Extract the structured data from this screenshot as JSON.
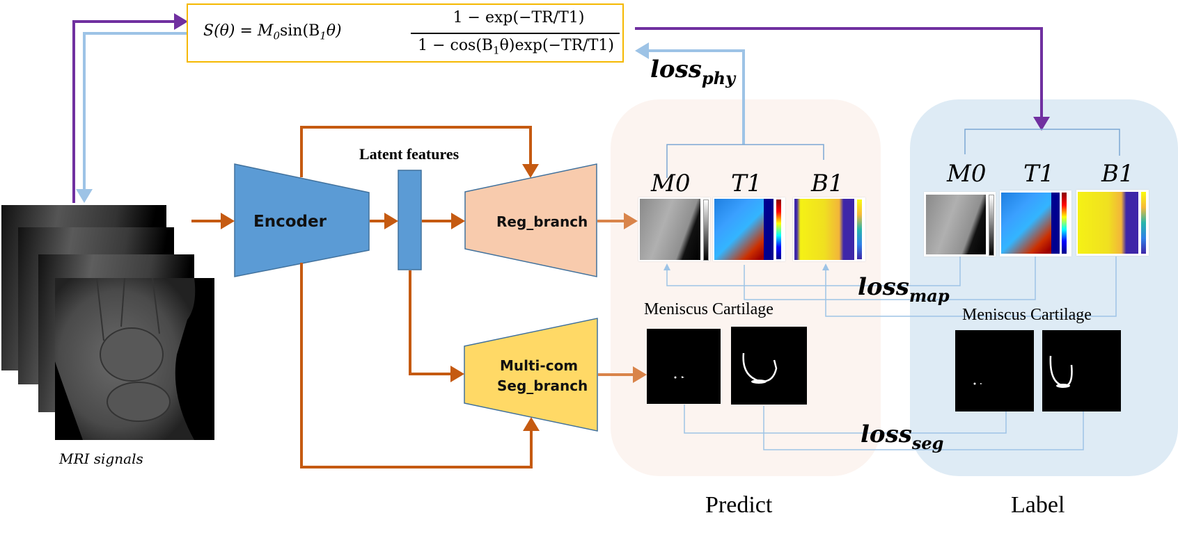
{
  "formula": {
    "lhs": "S(θ) = M",
    "m_sub": "0",
    "sin_part": "sin(B",
    "b_sub": "1",
    "sin_tail": "θ)",
    "numerator": "1 − exp(−TR/T1)",
    "denominator_a": "1 − cos(B",
    "denominator_sub": "1",
    "denominator_b": "θ)exp(−TR/T1)"
  },
  "input": {
    "caption": "MRI signals",
    "slices": 4
  },
  "network": {
    "encoder_label": "Encoder",
    "latent_label": "Latent features",
    "reg_branch_label": "Reg_branch",
    "seg_branch_line1": "Multi-com",
    "seg_branch_line2": "Seg_branch"
  },
  "predict": {
    "title": "Predict",
    "maps": [
      {
        "label": "M0",
        "type": "grayscale"
      },
      {
        "label": "T1",
        "type": "jet"
      },
      {
        "label": "B1",
        "type": "parula"
      }
    ],
    "seg_title": "Meniscus Cartilage"
  },
  "label": {
    "title": "Label",
    "maps": [
      {
        "label": "M0",
        "type": "grayscale"
      },
      {
        "label": "T1",
        "type": "jet"
      },
      {
        "label": "B1",
        "type": "parula"
      }
    ],
    "seg_title": "Meniscus Cartilage"
  },
  "losses": {
    "phy": {
      "base": "loss",
      "sub": "phy"
    },
    "map": {
      "base": "loss",
      "sub": "map"
    },
    "seg": {
      "base": "loss",
      "sub": "seg"
    }
  },
  "colors": {
    "orange_arrow": "#c55a11",
    "purple_arrow": "#7030a0",
    "light_blue_arrow": "#9dc3e6",
    "thin_blue_line": "#7ba7d4",
    "encoder_fill": "#5b9bd5",
    "reg_fill": "#f8cbad",
    "seg_fill": "#ffd966",
    "formula_border": "#f5b800",
    "predict_panel": "#fcf4f0",
    "label_panel": "#deebf5"
  }
}
